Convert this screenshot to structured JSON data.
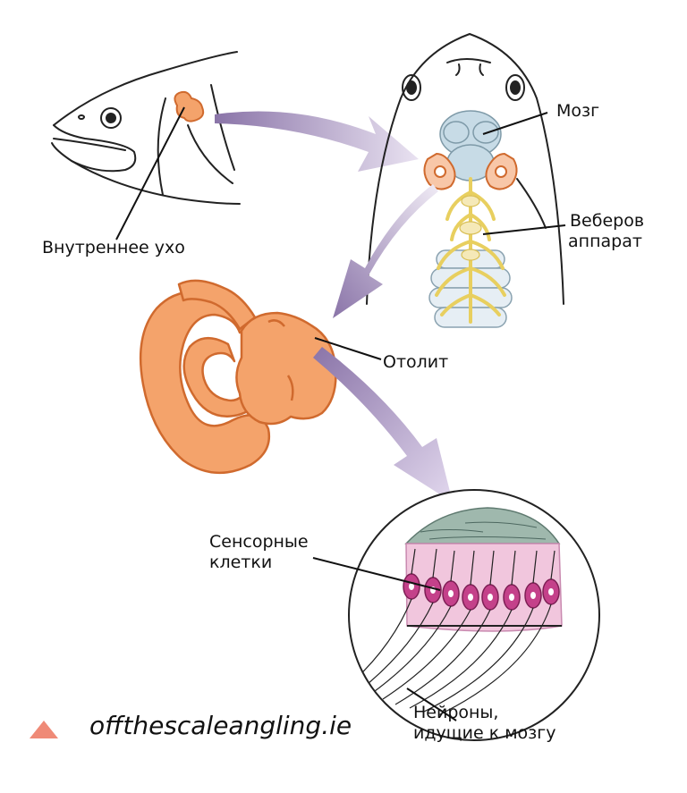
{
  "labels": {
    "inner_ear": "Внутреннее ухо",
    "brain": "Мозг",
    "weberian_line1": "Веберов",
    "weberian_line2": "аппарат",
    "otolith": "Отолит",
    "sensory_line1": "Сенсорные",
    "sensory_line2": "клетки",
    "neurons_line1": "Нейроны,",
    "neurons_line2": "идущие к мозгу"
  },
  "brand": {
    "text": "offthescaleangling.ie"
  },
  "colors": {
    "ear_orange": "#f4a36b",
    "ear_outline": "#d06a2e",
    "brain_blue": "#c7dbe6",
    "nerve_yellow": "#f3e3a0",
    "arrow_purple": "#9a86b5",
    "tissue_green": "#9fb8ad",
    "tissue_pink": "#f1c6dd",
    "cell_magenta": "#c4418a",
    "brand_accent": "#ef8a77"
  }
}
